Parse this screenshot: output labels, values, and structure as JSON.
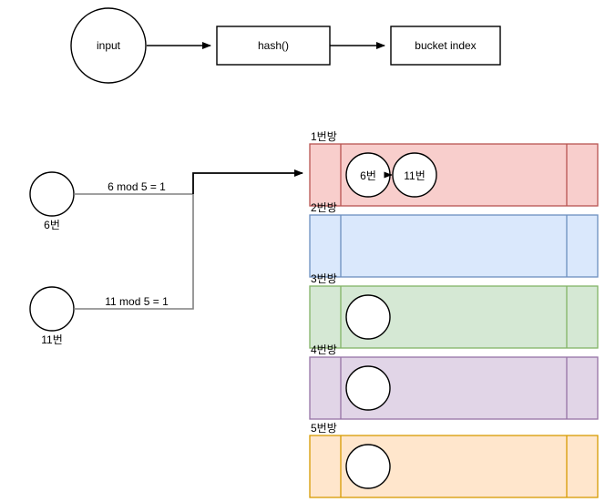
{
  "diagram": {
    "title_flow": {
      "input_node": {
        "label": "input"
      },
      "hash_box": {
        "label": "hash()"
      },
      "bucket_index_box": {
        "label": "bucket index"
      }
    },
    "keys": [
      {
        "node_label": "6번",
        "edge_label": "6 mod 5 = 1"
      },
      {
        "node_label": "11번",
        "edge_label": "11 mod 5 = 1"
      }
    ],
    "buckets": [
      {
        "label": "1번방",
        "fill": "#f8cecc",
        "stroke": "#b85450",
        "items": [
          "6번",
          "11번"
        ]
      },
      {
        "label": "2번방",
        "fill": "#dae8fc",
        "stroke": "#6c8ebf",
        "items": []
      },
      {
        "label": "3번방",
        "fill": "#d5e8d4",
        "stroke": "#82b366",
        "items": [
          ""
        ]
      },
      {
        "label": "4번방",
        "fill": "#e1d5e7",
        "stroke": "#9673a6",
        "items": [
          ""
        ]
      },
      {
        "label": "5번방",
        "fill": "#ffe6cc",
        "stroke": "#d79b00",
        "items": [
          ""
        ]
      }
    ],
    "colors": {
      "line": "#000000",
      "connector": "#808080",
      "node_fill": "#ffffff",
      "node_stroke": "#000000"
    }
  }
}
